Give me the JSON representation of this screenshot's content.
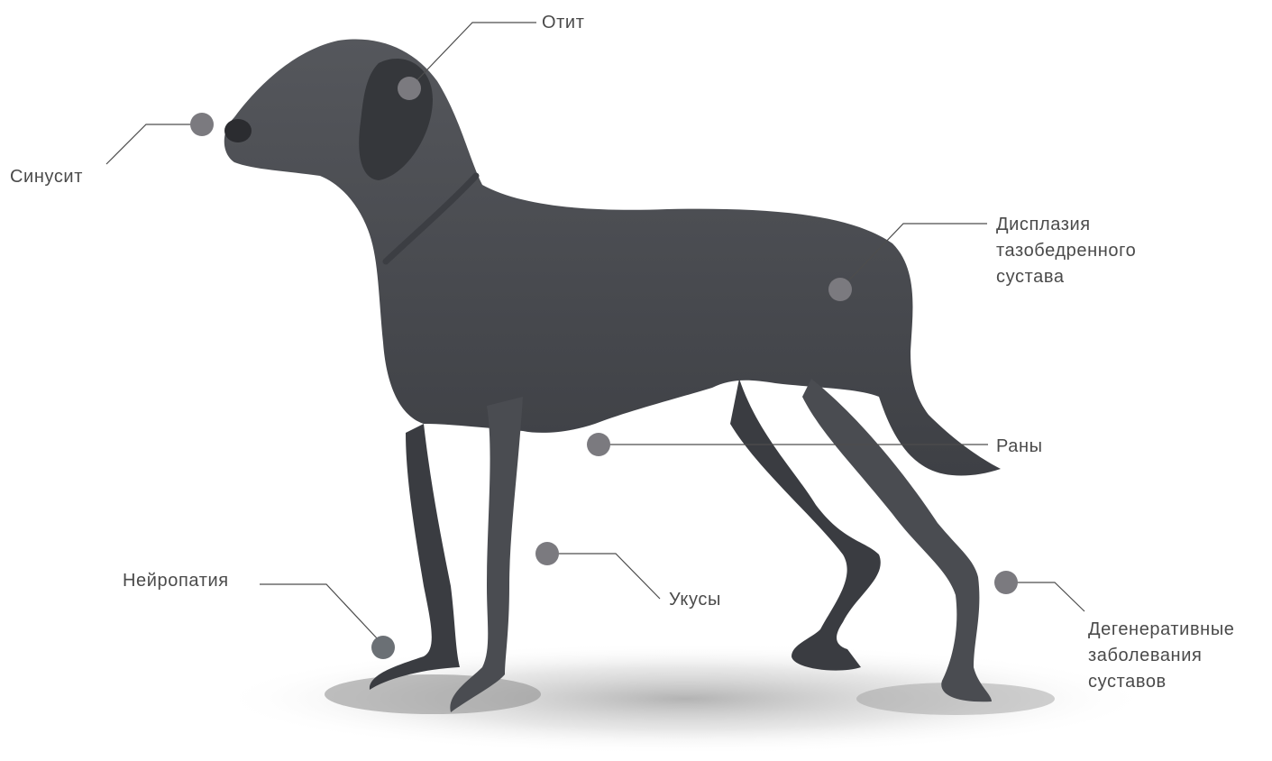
{
  "colors": {
    "marker": "#7b7a7f",
    "marker_neuropathy": "#6b7075",
    "leader_line": "#4d4d4d",
    "label_text": "#4a4a4a",
    "dog_body": "#46484d",
    "dog_shade": "#393b40",
    "shadow": "#bdbdbd"
  },
  "callouts": [
    {
      "id": "otitis",
      "label": "Отит",
      "icon": "hotspot-dot"
    },
    {
      "id": "sinusitis",
      "label": "Синусит",
      "icon": "hotspot-dot"
    },
    {
      "id": "hip-dysplasia",
      "label": "Дисплазия\nтазобедренного\nсустава",
      "icon": "hotspot-dot"
    },
    {
      "id": "wounds",
      "label": "Раны",
      "icon": "hotspot-dot"
    },
    {
      "id": "bites",
      "label": "Укусы",
      "icon": "hotspot-dot"
    },
    {
      "id": "neuropathy",
      "label": "Нейропатия",
      "icon": "hotspot-dot"
    },
    {
      "id": "degenerative-joint-disease",
      "label": "Дегенеративные\nзаболевания\nсуставов",
      "icon": "hotspot-dot"
    }
  ]
}
